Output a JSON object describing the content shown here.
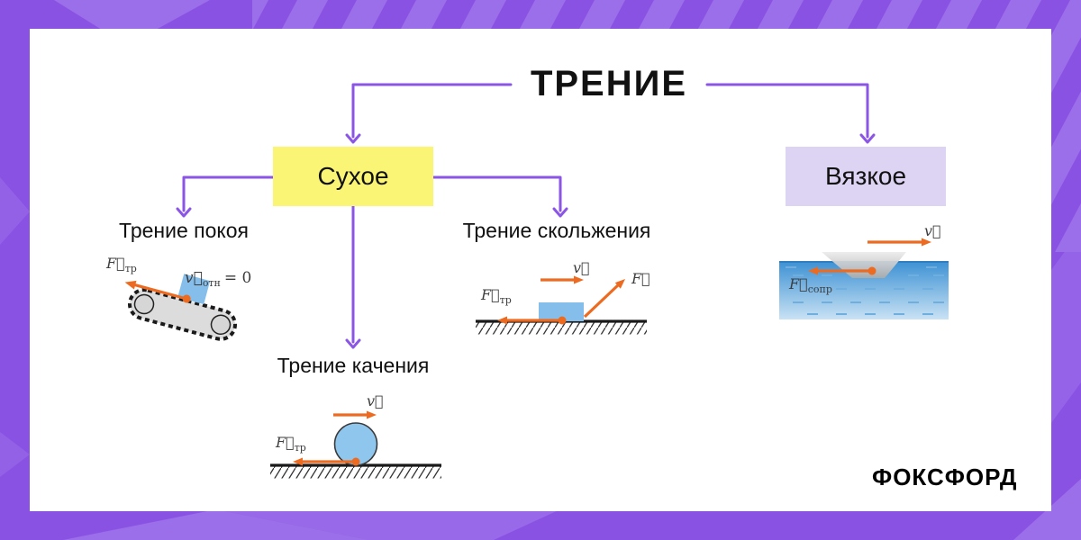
{
  "colors": {
    "border_base": "#8A52E3",
    "border_light": "#9B6FE9",
    "connector_purple": "#8B55E6",
    "dry_box_bg": "#FBF576",
    "viscous_box_bg": "#DDD3F2",
    "arrow_orange": "#ED6B21",
    "block_blue": "#85BEEA",
    "wheel_blue": "#8FC6EE",
    "water_top_blue": "#3E92D4",
    "water_bottom_blue": "#C9E2F4",
    "card_bg": "#ffffff"
  },
  "title": "ТРЕНИЕ",
  "logo": "ФОКСФОРД",
  "branches": {
    "dry": {
      "label": "Сухое"
    },
    "viscous": {
      "label": "Вязкое"
    }
  },
  "friction_types": {
    "static": {
      "label": "Трение покоя"
    },
    "sliding": {
      "label": "Трение скольжения"
    },
    "rolling": {
      "label": "Трение качения"
    }
  },
  "math": {
    "f_friction_main": "F⃗",
    "f_friction_sub": "тр",
    "v_main": "v⃗",
    "v_rel_sub": "отн",
    "v_rel_eq": "= 0",
    "f_applied_main": "F⃗",
    "f_drag_main": "F⃗",
    "f_drag_sub": "сопр"
  }
}
